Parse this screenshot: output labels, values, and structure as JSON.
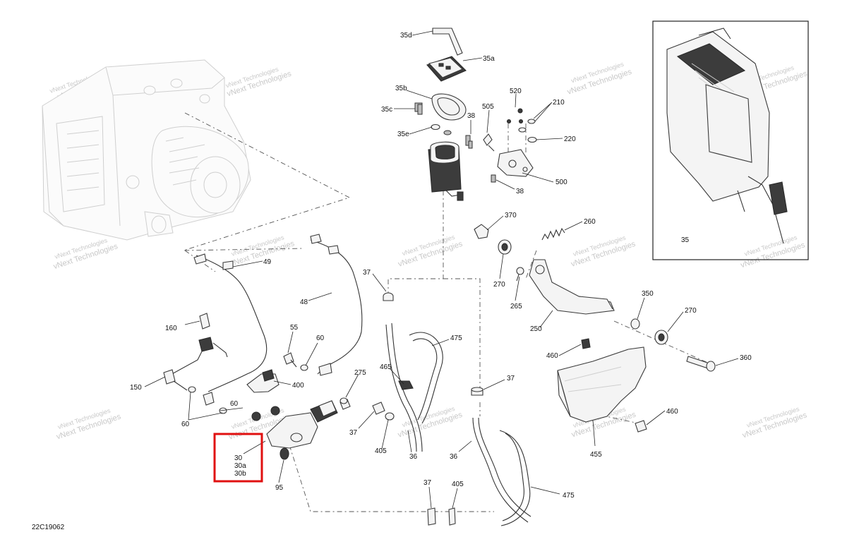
{
  "diagram": {
    "drawing_code": "22C19062",
    "watermark": "vNext Technologies",
    "callouts": {
      "c35d": "35d",
      "c35a": "35a",
      "c35b": "35b",
      "c35c": "35c",
      "c35e": "35e",
      "c38a": "38",
      "c38b": "38",
      "c505": "505",
      "c520": "520",
      "c210": "210",
      "c220": "220",
      "c500": "500",
      "c370": "370",
      "c260": "260",
      "c270a": "270",
      "c265": "265",
      "c250": "250",
      "c350": "350",
      "c270b": "270",
      "c360": "360",
      "c460a": "460",
      "c460b": "460",
      "c455": "455",
      "c49": "49",
      "c48": "48",
      "c37a": "37",
      "c37b": "37",
      "c37c": "37",
      "c37d": "37",
      "c475a": "475",
      "c475b": "475",
      "c465": "465",
      "c405a": "405",
      "c405b": "405",
      "c36a": "36",
      "c36b": "36",
      "c275": "275",
      "c160": "160",
      "c55": "55",
      "c60a": "60",
      "c60b": "60",
      "c60c": "60",
      "c150": "150",
      "c400": "400",
      "c95": "95",
      "c35": "35"
    },
    "highlight": {
      "lines": [
        "30",
        "30a",
        "30b"
      ],
      "color": "#e01010"
    }
  }
}
